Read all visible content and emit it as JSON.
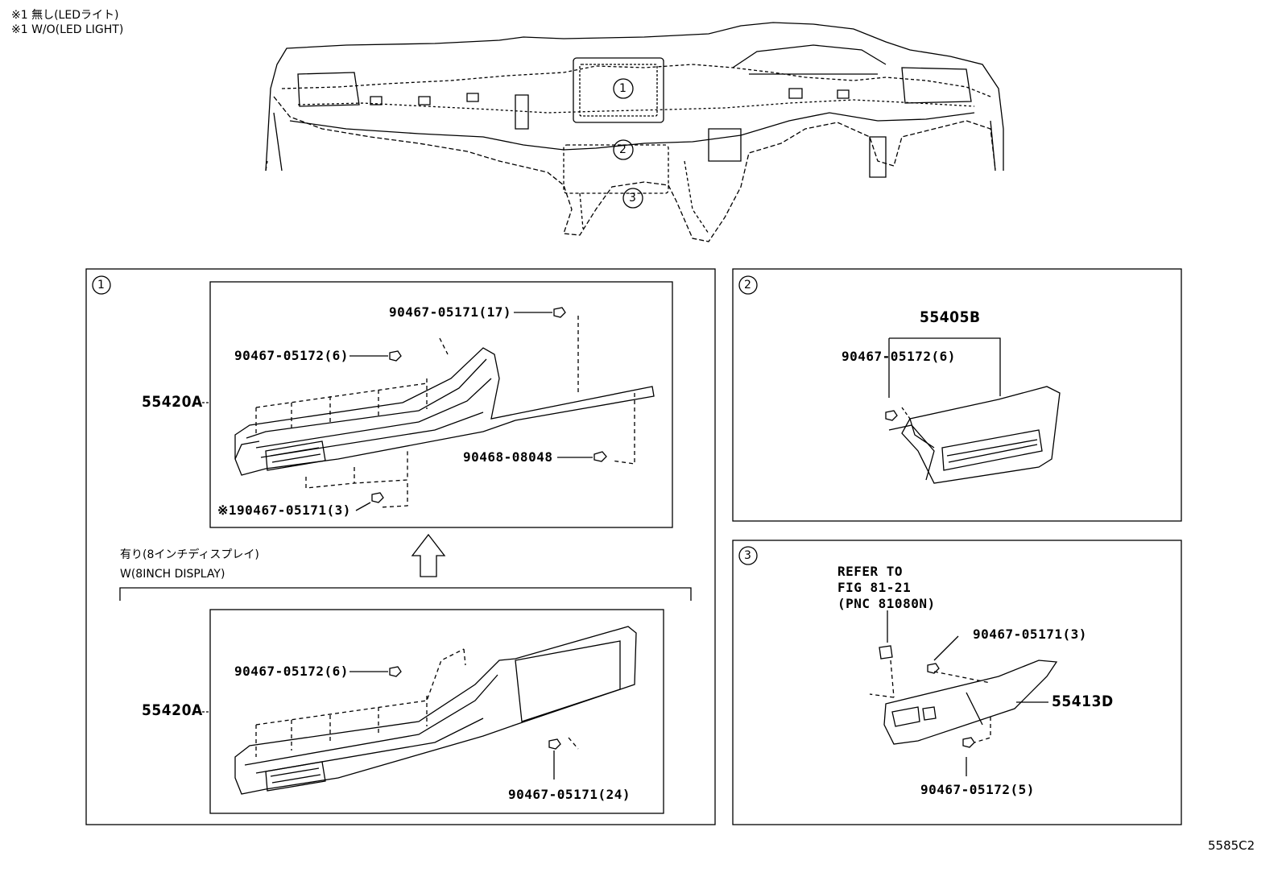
{
  "notes": {
    "line1": "※1 無し(LEDライト)",
    "line2": "※1 W/O(LED LIGHT)"
  },
  "overview_callouts": [
    "1",
    "2",
    "3"
  ],
  "panel1": {
    "number": "1",
    "top_box": {
      "part_main": "55420A",
      "labels": {
        "clip_17": "90467-05171(17)",
        "clip_6": "90467-05172(6)",
        "fastener": "90468-08048",
        "clip_3": "※190467-05171(3)"
      }
    },
    "condition_jp": "有り(8インチディスプレイ)",
    "condition_en": "W(8INCH DISPLAY)",
    "bottom_box": {
      "part_main": "55420A",
      "labels": {
        "clip_6": "90467-05172(6)",
        "clip_24": "90467-05171(24)"
      }
    }
  },
  "panel2": {
    "number": "2",
    "part_main": "55405B",
    "clip_6": "90467-05172(6)"
  },
  "panel3": {
    "number": "3",
    "refer_line1": "REFER TO",
    "refer_line2": "FIG 81-21",
    "refer_line3": "(PNC 81080N)",
    "clip_3": "90467-05171(3)",
    "part_main": "55413D",
    "clip_5": "90467-05172(5)"
  },
  "figure_code": "5585C2"
}
